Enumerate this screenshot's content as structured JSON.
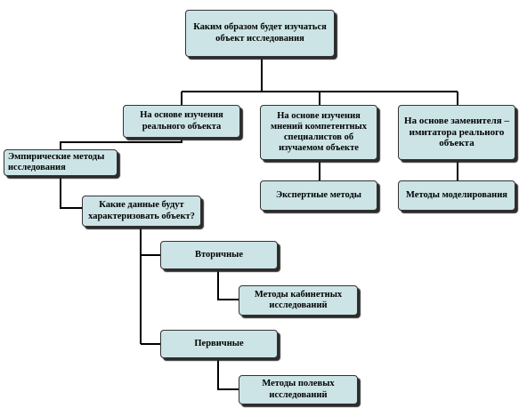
{
  "colors": {
    "node_fill": "#cce4e6",
    "node_border": "#333333",
    "node_shadow": "#2b2b2b",
    "connector": "#000000"
  },
  "nodes": {
    "root": "Каким образом будет изучаться объект исследования",
    "real_object": "На основе изучения реального объекта",
    "expert_opinion": "На основе изучения мнений компетентных специалистов об изучаемом объекте",
    "simulator": "На основе заменителя – имитатора реального объекта",
    "empirical_methods": "Эмпирические методы исследования",
    "expert_methods": "Экспертные методы",
    "modeling_methods": "Методы моделирования",
    "data_question": "Какие данные будут характеризовать объект?",
    "secondary": "Вторичные",
    "desk_research": "Методы кабинетных исследований",
    "primary": "Первичные",
    "field_research": "Методы полевых исследований"
  }
}
